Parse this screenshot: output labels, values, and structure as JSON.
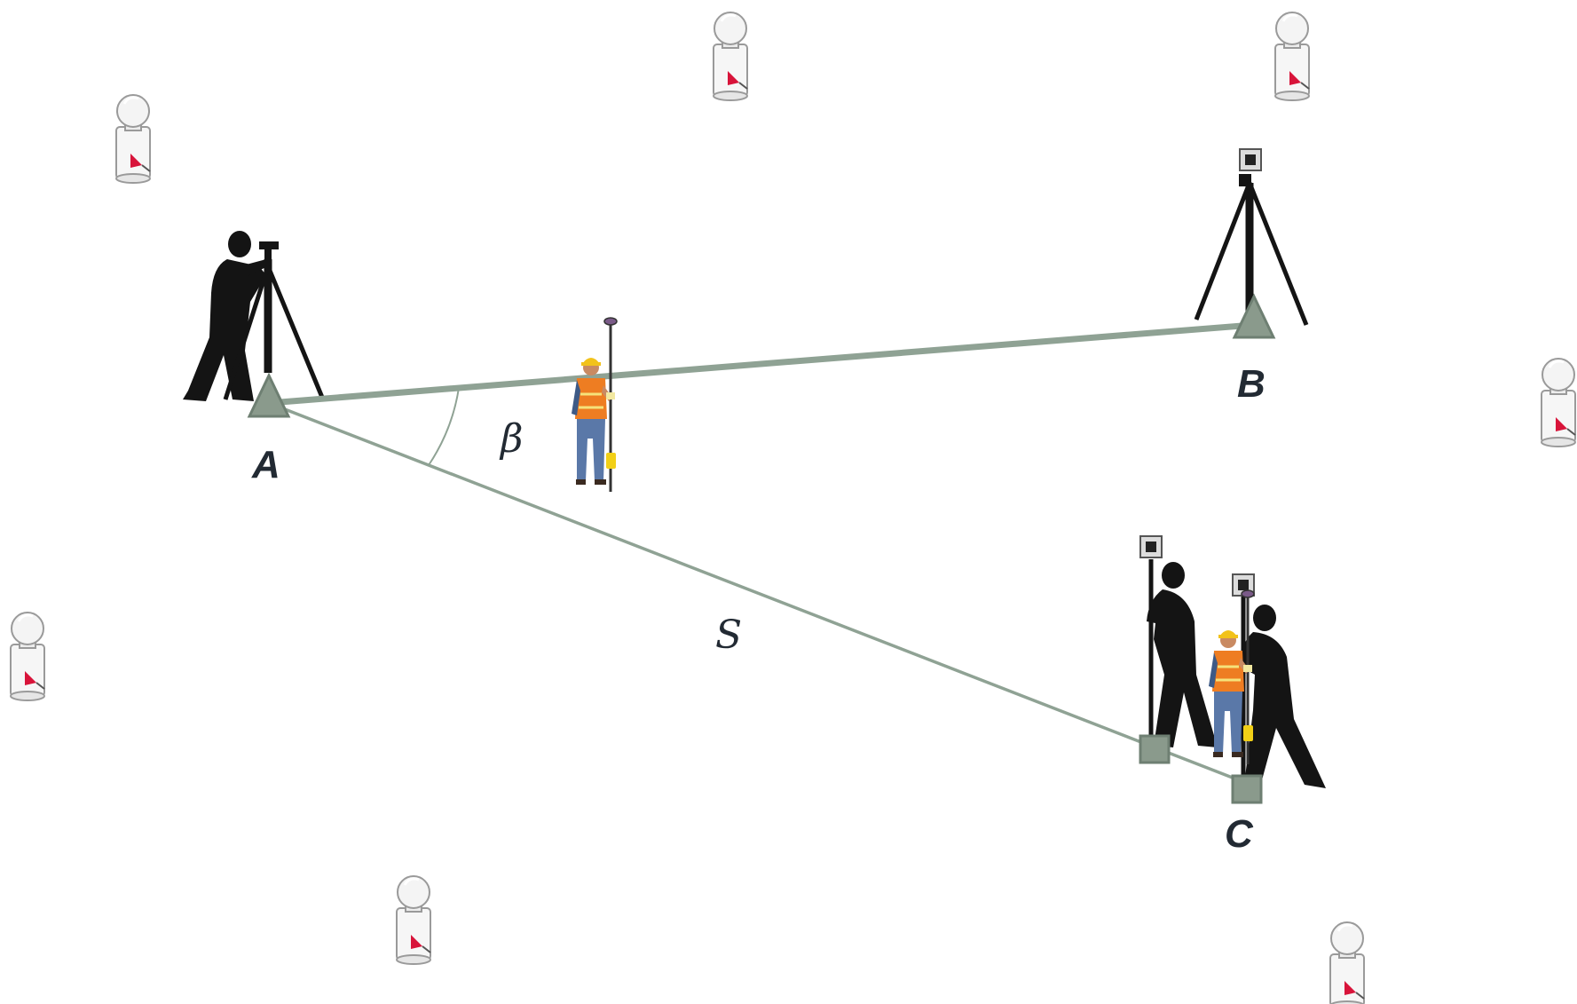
{
  "labels": {
    "point_a": "A",
    "point_b": "B",
    "point_c": "C",
    "angle": "β",
    "distance": "S"
  },
  "colors": {
    "survey_line": "#8fa294",
    "marker_fill": "#8a9a8c",
    "marker_stroke": "#6e7f72",
    "silhouette": "#141414",
    "vest": "#ee7d22",
    "helmet": "#f2c21a",
    "jeans": "#5a78a8",
    "receiver_flag": "#d8143a"
  },
  "icons": {
    "reference_station": "gnss-reference-station-icon",
    "total_station": "total-station-tripod-icon",
    "prism_target": "prism-target-icon",
    "rover_surveyor": "gnss-rover-surveyor-icon",
    "control_point_triangle": "control-point-triangle-icon",
    "stake_point_square": "stake-point-square-icon"
  }
}
